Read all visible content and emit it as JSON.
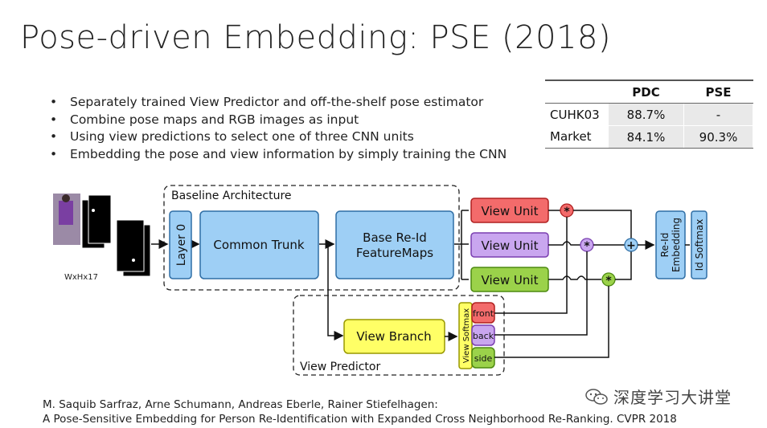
{
  "slide": {
    "title": "Pose-driven Embedding: PSE (2018)",
    "bullets": [
      "Separately trained View Predictor and off-the-shelf pose estimator",
      "Combine pose maps and RGB images as input",
      "Using view predictions to select one of three CNN units",
      "Embedding the pose and view information by simply training the CNN"
    ],
    "table": {
      "headers": [
        "",
        "PDC",
        "PSE"
      ],
      "rows": [
        {
          "name": "CUHK03",
          "pdc": "88.7%",
          "pse": "-"
        },
        {
          "name": "Market",
          "pdc": "84.1%",
          "pse": "90.3%"
        }
      ]
    },
    "diagram": {
      "input_label": "WxHx17",
      "baseline_label": "Baseline Architecture",
      "layer0": "Layer 0",
      "common_trunk": "Common Trunk",
      "base_reid_line1": "Base Re-Id",
      "base_reid_line2": "FeatureMaps",
      "view_unit": "View Unit",
      "reid_embedding_line1": "Re-Id",
      "reid_embedding_line2": "Embedding",
      "id_softmax": "Id Softmax",
      "view_branch": "View Branch",
      "view_softmax": "View Softmax",
      "front": "front",
      "back": "back",
      "side": "side",
      "view_predictor_label": "View Predictor",
      "multiply_symbol": "*",
      "plus_symbol": "+"
    },
    "reference_line1": "M. Saquib Sarfraz, Arne Schumann, Andreas Eberle, Rainer Stiefelhagen:",
    "reference_line2": "A Pose-Sensitive Embedding for Person Re-Identification with Expanded Cross Neighborhood Re-Ranking. CVPR 2018",
    "watermark": "深度学习大讲堂",
    "colors": {
      "blue_box": "#9ecff5",
      "blue_border": "#2f6ea5",
      "red_box": "#f36b6b",
      "purple_box": "#c9a6ef",
      "green_box": "#9bd24a",
      "yellow_box": "#ffff66"
    }
  }
}
